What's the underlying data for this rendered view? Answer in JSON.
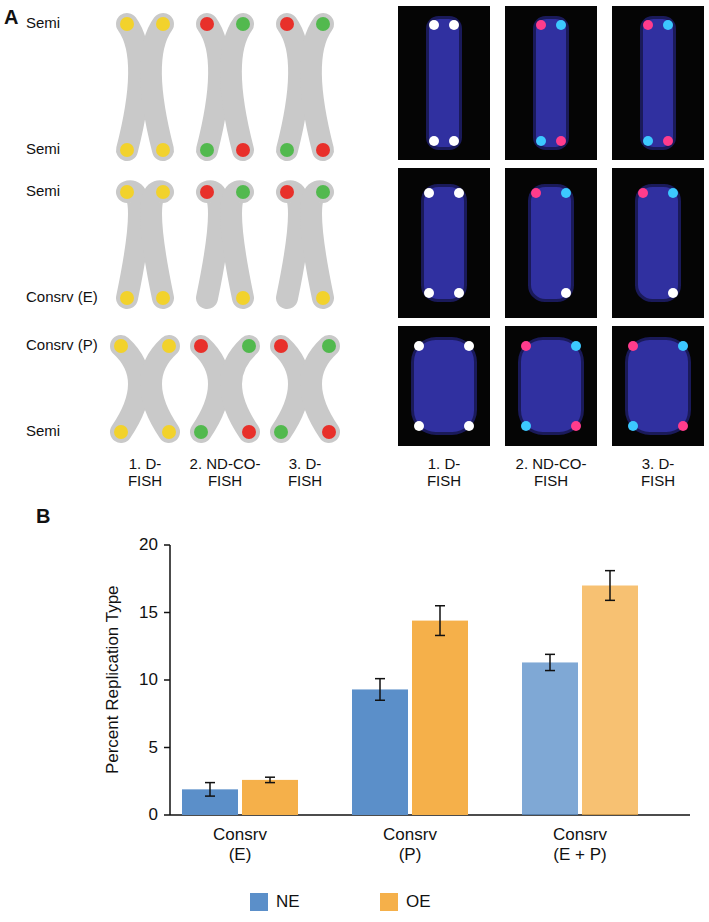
{
  "diagram": {
    "labels": [
      "A",
      "Semi",
      "Semi",
      "Semi",
      "Consrv (E)",
      "Consrv (P)",
      "Semi",
      "1. D-FISH",
      "2. ND-CO-FISH",
      "3. D-FISH",
      "1. D-FISH",
      "2. ND-CO-FISH",
      "3. D-FISH",
      "B",
      "20",
      "15",
      "10",
      "5",
      "0",
      "Percent Replication Type",
      "Consrv (E)",
      "Consrv (P)",
      "Consrv (E + P)"
    ],
    "legend": [
      {
        "text": "NE",
        "color": "#5b8fc9"
      },
      {
        "text": "OE",
        "color": "#f5b04a"
      }
    ]
  }
}
